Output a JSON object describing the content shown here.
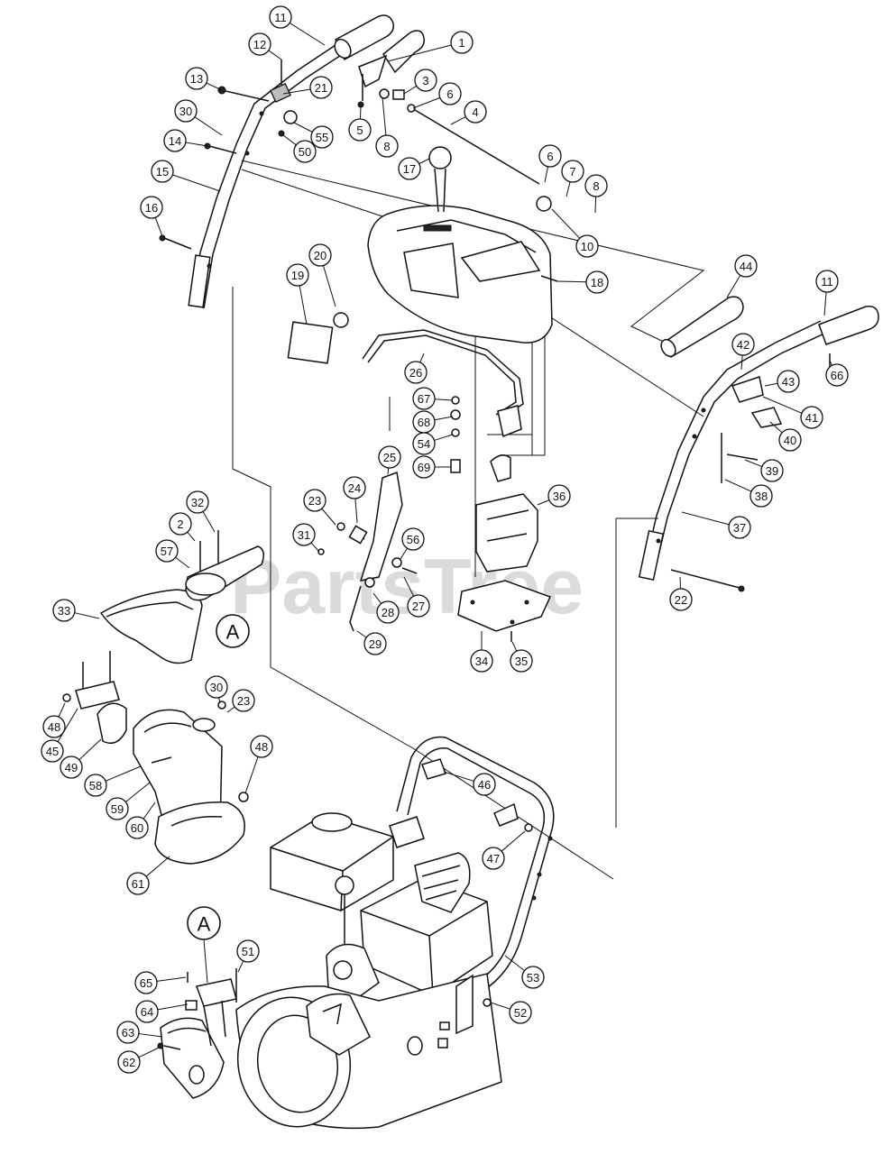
{
  "watermark": "PartsTree",
  "section_marks": [
    "A",
    "A"
  ],
  "callouts": [
    {
      "label": "11"
    },
    {
      "label": "12"
    },
    {
      "label": "1"
    },
    {
      "label": "13"
    },
    {
      "label": "21"
    },
    {
      "label": "3"
    },
    {
      "label": "6"
    },
    {
      "label": "4"
    },
    {
      "label": "30"
    },
    {
      "label": "55"
    },
    {
      "label": "5"
    },
    {
      "label": "8"
    },
    {
      "label": "14"
    },
    {
      "label": "50"
    },
    {
      "label": "15"
    },
    {
      "label": "17"
    },
    {
      "label": "6"
    },
    {
      "label": "7"
    },
    {
      "label": "8"
    },
    {
      "label": "16"
    },
    {
      "label": "10"
    },
    {
      "label": "20"
    },
    {
      "label": "19"
    },
    {
      "label": "18"
    },
    {
      "label": "44"
    },
    {
      "label": "11"
    },
    {
      "label": "42"
    },
    {
      "label": "43"
    },
    {
      "label": "66"
    },
    {
      "label": "41"
    },
    {
      "label": "40"
    },
    {
      "label": "39"
    },
    {
      "label": "38"
    },
    {
      "label": "37"
    },
    {
      "label": "22"
    },
    {
      "label": "26"
    },
    {
      "label": "67"
    },
    {
      "label": "68"
    },
    {
      "label": "54"
    },
    {
      "label": "69"
    },
    {
      "label": "25"
    },
    {
      "label": "36"
    },
    {
      "label": "23"
    },
    {
      "label": "24"
    },
    {
      "label": "31"
    },
    {
      "label": "56"
    },
    {
      "label": "28"
    },
    {
      "label": "27"
    },
    {
      "label": "29"
    },
    {
      "label": "34"
    },
    {
      "label": "35"
    },
    {
      "label": "32"
    },
    {
      "label": "2"
    },
    {
      "label": "57"
    },
    {
      "label": "33"
    },
    {
      "label": "30"
    },
    {
      "label": "23"
    },
    {
      "label": "48"
    },
    {
      "label": "45"
    },
    {
      "label": "49"
    },
    {
      "label": "58"
    },
    {
      "label": "59"
    },
    {
      "label": "60"
    },
    {
      "label": "48"
    },
    {
      "label": "61"
    },
    {
      "label": "46"
    },
    {
      "label": "47"
    },
    {
      "label": "51"
    },
    {
      "label": "53"
    },
    {
      "label": "65"
    },
    {
      "label": "64"
    },
    {
      "label": "63"
    },
    {
      "label": "62"
    },
    {
      "label": "52"
    }
  ]
}
